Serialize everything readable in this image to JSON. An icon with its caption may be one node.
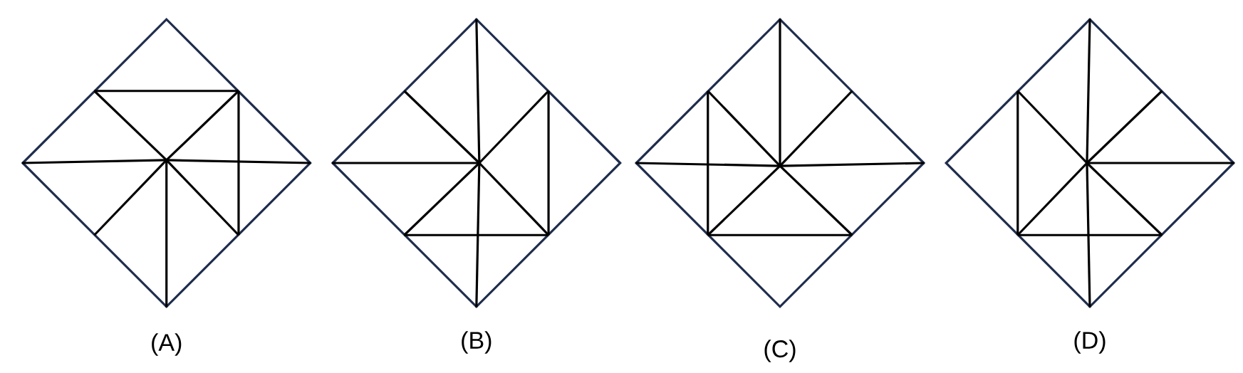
{
  "diagram": {
    "nodes": [
      {
        "text": [],
        "shape": "diamond",
        "beside": [
          "(A)"
        ]
      },
      {
        "text": [],
        "shape": "diamond",
        "beside": [
          "(B)"
        ]
      },
      {
        "text": [],
        "shape": "diamond",
        "beside": [
          "(C)"
        ]
      },
      {
        "text": [],
        "shape": "diamond",
        "beside": [
          "(D)"
        ]
      }
    ]
  }
}
